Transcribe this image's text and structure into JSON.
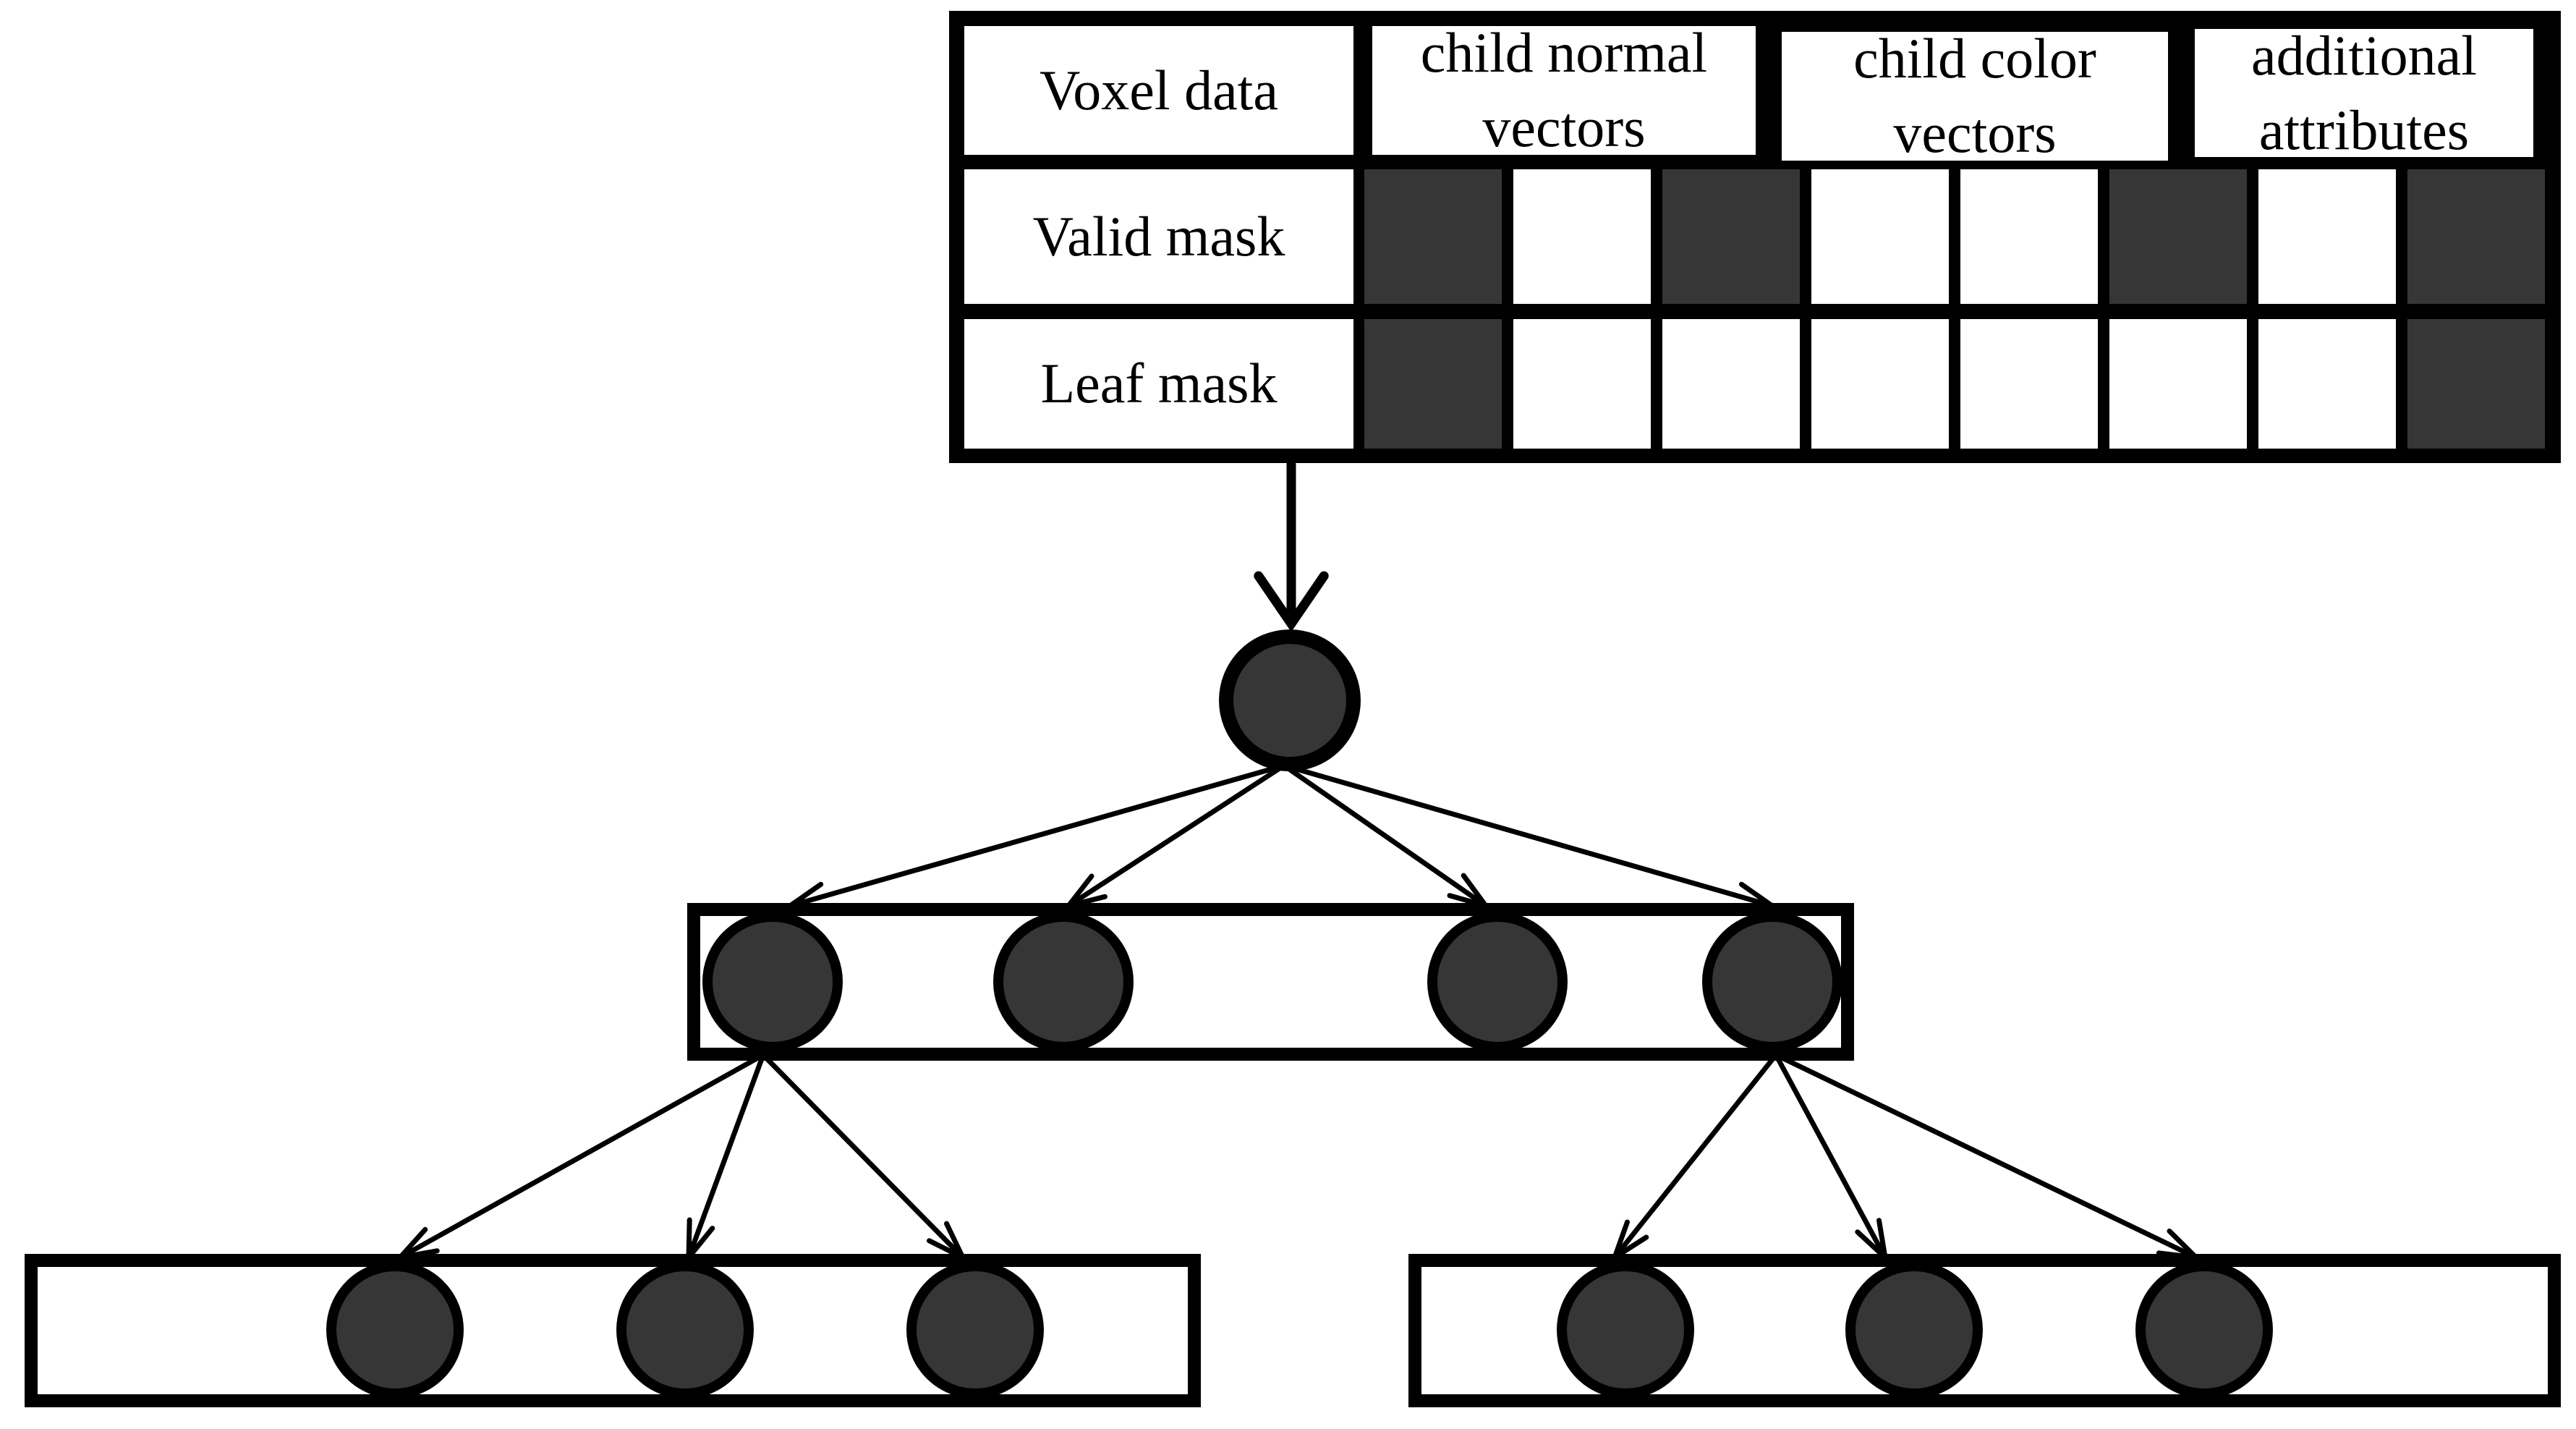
{
  "figure": {
    "table": {
      "headers": [
        "Voxel data",
        "child normal vectors",
        "child color vectors",
        "additional attributes"
      ],
      "rows": [
        {
          "label": "Valid mask",
          "bits": [
            1,
            0,
            1,
            0,
            0,
            1,
            0,
            1
          ]
        },
        {
          "label": "Leaf mask",
          "bits": [
            1,
            0,
            0,
            0,
            0,
            0,
            0,
            1
          ]
        }
      ],
      "bit_count": 8
    },
    "tree": {
      "root_nodes": 1,
      "blocks": [
        {
          "id": "child-block",
          "nodes": 4
        },
        {
          "id": "left-leaf-block",
          "nodes": 3
        },
        {
          "id": "right-leaf-block",
          "nodes": 3
        }
      ]
    },
    "colors": {
      "bit_set": "#363636",
      "bit_clear": "#ffffff",
      "node_fill": "#363636",
      "line": "#000000",
      "background": "#ffffff"
    }
  }
}
